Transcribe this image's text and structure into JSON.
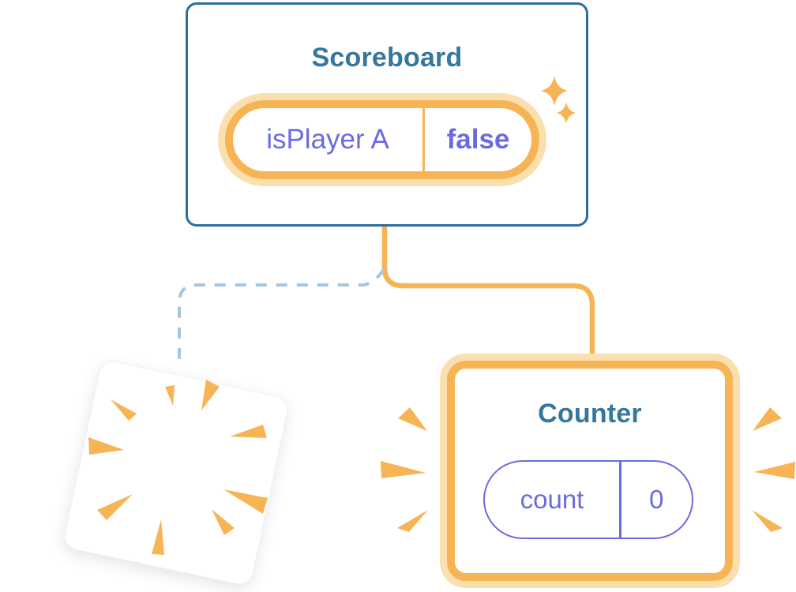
{
  "colors": {
    "orange": "#F7B455",
    "orange_light": "#FBDFAE",
    "purple": "#6B6BE0",
    "teal": "#35779E",
    "blue_border": "#2D6E9B",
    "dash_blue": "#A4C7DF",
    "card_bg": "#FFFFFF"
  },
  "scoreboard": {
    "title": "Scoreboard",
    "state": {
      "key": "isPlayer A",
      "value": "false"
    }
  },
  "counter": {
    "title": "Counter",
    "state": {
      "key": "count",
      "value": "0"
    }
  },
  "icons": {
    "sparkles": "sparkles-icon",
    "explosion": "explosion-burst-icon",
    "emphasis_left": "emphasis-lines-left-icon",
    "emphasis_right": "emphasis-lines-right-icon"
  }
}
